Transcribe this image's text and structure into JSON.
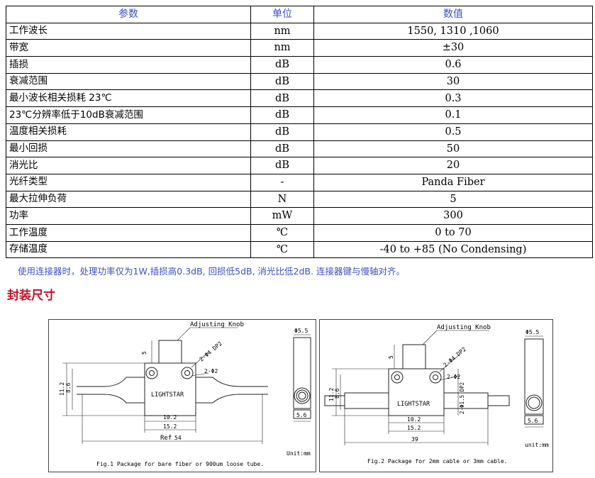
{
  "table": {
    "headers": [
      "参数",
      "单位",
      "数值"
    ],
    "rows": [
      {
        "param": "工作波长",
        "unit": "nm",
        "value": "1550, 1310 ,1060"
      },
      {
        "param": "带宽",
        "unit": "nm",
        "value": "±30"
      },
      {
        "param": "插损",
        "unit": "dB",
        "value": "0.6"
      },
      {
        "param": "衰减范围",
        "unit": "dB",
        "value": "30"
      },
      {
        "param": "最小波长相关损耗  23℃",
        "unit": "dB",
        "value": "0.3"
      },
      {
        "param": "23℃分辨率低于10dB衰减范围",
        "unit": "dB",
        "value": "0.1"
      },
      {
        "param": "温度相关损耗",
        "unit": "dB",
        "value": "0.5"
      },
      {
        "param": "最小回损",
        "unit": "dB",
        "value": "50"
      },
      {
        "param": "消光比",
        "unit": "dB",
        "value": "20"
      },
      {
        "param": "光纤类型",
        "unit": "-",
        "value": "Panda Fiber"
      },
      {
        "param": "最大拉伸负荷",
        "unit": "N",
        "value": "5"
      },
      {
        "param": "功率",
        "unit": "mW",
        "value": "300"
      },
      {
        "param": "工作温度",
        "unit": "℃",
        "value": "0 to 70"
      },
      {
        "param": "存储温度",
        "unit": "℃",
        "value": "-40 to +85 (No Condensing)"
      }
    ]
  },
  "note": "使用连接器时，处理功率仅为1W,插损高0.3dB, 回损低5dB, 消光比低2dB. 连接器键与慢轴对齐。",
  "section_title": "封装尺寸",
  "fig1": {
    "knob": "Adjusting Knob",
    "dim_5": "5",
    "hole1": "2-Φ4 DP2",
    "hole2": "2-Φ2",
    "dim_112": "11.2",
    "dim_86": "8.6",
    "brand": "LIGHTSTAR",
    "dim_102": "10.2",
    "dim_152": "15.2",
    "ref_prefix": "Ref",
    "ref_value": "54",
    "side_dia": "Φ5.5",
    "side_w": "5.6",
    "unit": "Unit:mm",
    "caption": "Fig.1 Package for bare fiber or 900um loose tube."
  },
  "fig2": {
    "knob": "Adjusting Knob",
    "dim_5": "5",
    "hole1": "2-Φ4 DP2",
    "hole2": "2-Φ2",
    "hole3": "2-Φ1.5 DP2",
    "dim_112": "11.2",
    "dim_86": "8.6",
    "brand": "LIGHTSTAR",
    "dim_102": "10.2",
    "dim_152": "15.2",
    "dim_39": "39",
    "side_dia": "Φ5.5",
    "side_w": "5.6",
    "unit": "unit:mm",
    "caption": "Fig.2 Package for 2mm cable or 3mm cable."
  }
}
